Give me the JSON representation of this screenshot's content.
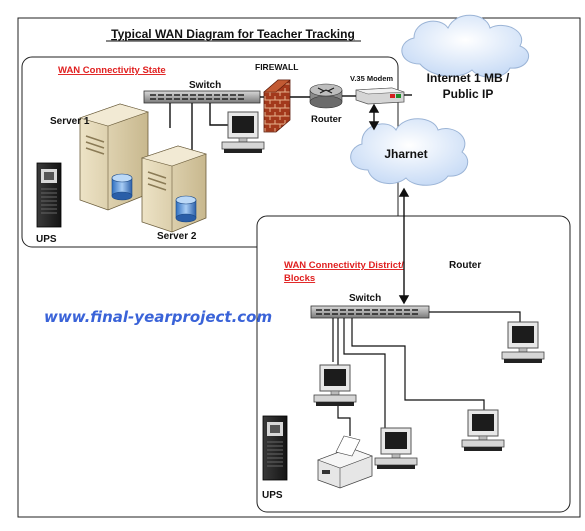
{
  "title": "Typical WAN Diagram  for Teacher Tracking",
  "state": {
    "heading": "WAN Connectivity State",
    "switch_label": "Switch",
    "firewall_label": "FIREWALL",
    "router_label": "Router",
    "modem_label": "V.35 Modem",
    "server1_label": "Server 1",
    "server2_label": "Server 2",
    "ups_label": "UPS"
  },
  "cloud_internet": {
    "line1": "Internet 1 MB /",
    "line2": "Public IP"
  },
  "cloud_jharnet": {
    "label": "Jharnet"
  },
  "district": {
    "heading_line1": "WAN Connectivity District/",
    "heading_line2": "Blocks",
    "router_label": "Router",
    "switch_label": "Switch",
    "ups_label": "UPS"
  },
  "watermark": "www.final-yearproject.com",
  "colors": {
    "heading_red": "#e02020",
    "watermark_blue": "#3a63d8",
    "cloud_blue": "#d7e6fb"
  }
}
